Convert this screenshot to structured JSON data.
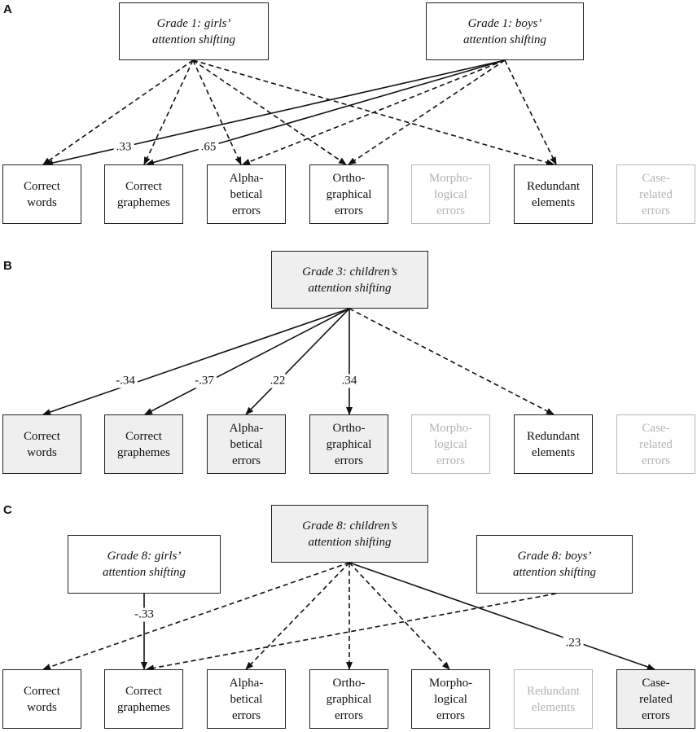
{
  "panels": {
    "A": {
      "letter": "A",
      "predictors": {
        "girls": "Grade 1: girls’\nattention shifting",
        "boys": "Grade 1: boys’\nattention shifting"
      },
      "coefficients": {
        "c1": ".33",
        "c2": ".65"
      }
    },
    "B": {
      "letter": "B",
      "predictors": {
        "children": "Grade 3: children’s\nattention shifting"
      },
      "coefficients": {
        "c1": "-.34",
        "c2": "-.37",
        "c3": ".22",
        "c4": ".34"
      }
    },
    "C": {
      "letter": "C",
      "predictors": {
        "children": "Grade 8: children’s\nattention shifting",
        "girls": "Grade 8: girls’\nattention shifting",
        "boys": "Grade 8: boys’\nattention shifting"
      },
      "coefficients": {
        "c1": "-.33",
        "c2": ".23"
      }
    }
  },
  "outcomes": {
    "correct_words": "Correct\nwords",
    "correct_graphemes": "Correct\ngraphemes",
    "alphabetical_errors": "Alpha-\nbetical\nerrors",
    "orthographical_errors": "Ortho-\ngraphical\nerrors",
    "morphological_errors": "Morpho-\nlogical\nerrors",
    "redundant_elements": "Redundant\nelements",
    "case_related_errors": "Case-\nrelated\nerrors"
  },
  "colors": {
    "line": "#111111",
    "shaded_fill": "#efefef",
    "faded": "#b3b3b3"
  }
}
